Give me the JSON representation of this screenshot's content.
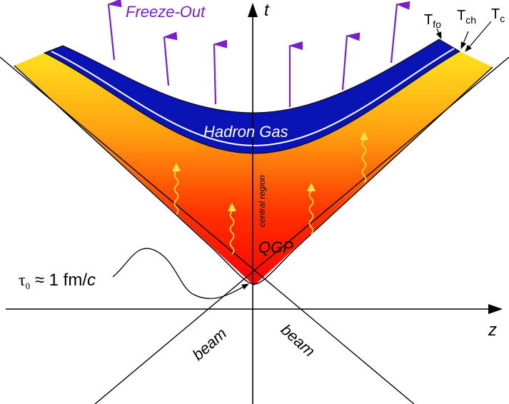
{
  "labels": {
    "time_axis": "t",
    "space_axis": "z",
    "freeze_out": "Freeze-Out",
    "hadron_gas": "Hadron Gas",
    "qgp": "QGP",
    "central_region": "central region",
    "beam_left": "beam",
    "beam_right": "beam",
    "tau_symbol": "τ",
    "tau_sub": "0",
    "tau_rest": " ≈ 1 fm/",
    "tau_c": "c",
    "t_fo": "T",
    "t_fo_sub": "fo",
    "t_ch": "T",
    "t_ch_sub": "ch",
    "t_c": "T",
    "t_c_sub": "c"
  },
  "colors": {
    "hadron_gas_band": "#0a14b4",
    "hadron_gas_text": "#ffffff",
    "freeze_out_arrows": "#7a1fd0",
    "freeze_out_text": "#7a1fd0",
    "qgp_top": "#ffd21e",
    "qgp_bottom": "#ff0000",
    "photon_wiggles": "#ffe14a",
    "axes": "#000000"
  },
  "icons": {
    "photon": "wavy-arrow-icon",
    "freeze_out": "arrow-up-icon"
  }
}
